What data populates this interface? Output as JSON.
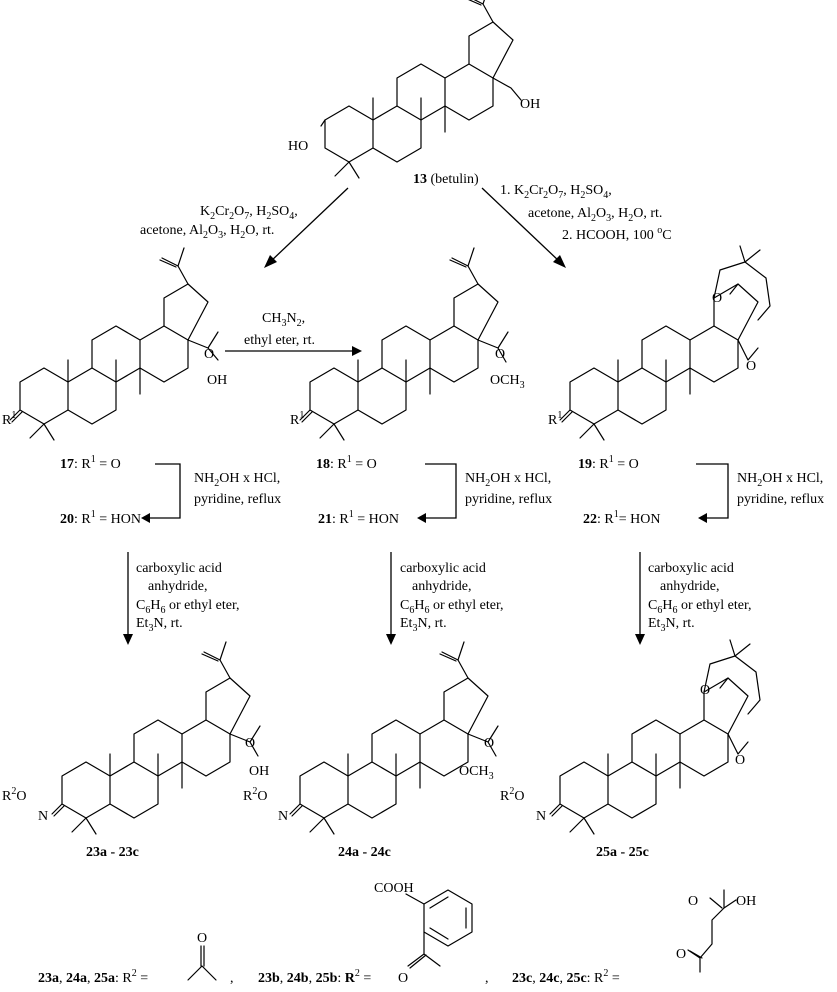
{
  "start": {
    "number": "13",
    "name": "(betulin)",
    "ho_label": "HO",
    "oh_label": "OH"
  },
  "step_left": {
    "line1_pre": "K",
    "line1_sub1": "2",
    "line1_mid": "Cr",
    "line1_sub2": "2",
    "line1_mid2": "O",
    "line1_sub3": "7",
    "line1_post": ", H",
    "line1_sub4": "2",
    "line1_post2": "SO",
    "line1_sub5": "4",
    "line1_end": ",",
    "line2_pre": "acetone, Al",
    "line2_sub1": "2",
    "line2_mid": "O",
    "line2_sub2": "3",
    "line2_post": ", H",
    "line2_sub3": "2",
    "line2_end": "O, rt."
  },
  "step_right": {
    "line1_pre": "1. K",
    "line1_sub1": "2",
    "line1_mid": "Cr",
    "line1_sub2": "2",
    "line1_mid2": "O",
    "line1_sub3": "7",
    "line1_post": ", H",
    "line1_sub4": "2",
    "line1_post2": "SO",
    "line1_sub5": "4",
    "line1_end": ",",
    "line2_pre": "acetone, Al",
    "line2_sub1": "2",
    "line2_mid": "O",
    "line2_sub2": "3",
    "line2_post": ", H",
    "line2_sub3": "2",
    "line2_end": "O, rt.",
    "line3_pre": "2. HCOOH, 100 ",
    "line3_sup": "o",
    "line3_end": "C"
  },
  "step_methyl": {
    "line1_pre": "CH",
    "line1_sub1": "3",
    "line1_mid": "N",
    "line1_sub2": "2",
    "line1_end": ",",
    "line2": "ethyl eter,  rt."
  },
  "mol17": {
    "oh": "OH",
    "o": "O",
    "r": "R",
    "rsup": "1"
  },
  "mol18": {
    "o": "O",
    "och3_pre": "OCH",
    "och3_sub": "3",
    "r": "R",
    "rsup": "1"
  },
  "mol19": {
    "o1": "O",
    "o2": "O",
    "r": "R",
    "rsup": "1"
  },
  "labels_row1": [
    {
      "num": "17",
      "text_pre": ": R",
      "sup": "1",
      "text_post": " = O"
    },
    {
      "num": "18",
      "text_pre": ": R",
      "sup": "1",
      "text_post": " = O"
    },
    {
      "num": "19",
      "text_pre": ": R",
      "sup": "1",
      "text_post": " = O"
    }
  ],
  "labels_row2": [
    {
      "num": "20",
      "text_pre": ": R",
      "sup": "1",
      "text_post": " = HON"
    },
    {
      "num": "21",
      "text_pre": ": R",
      "sup": "1",
      "text_post": " = HON"
    },
    {
      "num": "22",
      "text_pre": ": R",
      "sup": "1",
      "text_post": "= HON"
    }
  ],
  "oxime_cond": {
    "line1": "NH",
    "line1_sub": "2",
    "line1_post": "OH x HCl,",
    "line2": "pyridine, reflux"
  },
  "ester_cond": {
    "line1": "carboxylic acid",
    "line2": "anhydride,",
    "line3_pre": "C",
    "line3_sub1": "6",
    "line3_mid": "H",
    "line3_sub2": "6",
    "line3_post": " or ethyl eter,",
    "line4_pre": "Et",
    "line4_sub": "3",
    "line4_post": "N, rt."
  },
  "products": [
    {
      "range": "23a - 23c",
      "r2": "R",
      "r2sup": "2",
      "ox": "O",
      "n": "N",
      "oh": "OH",
      "o": "O"
    },
    {
      "range": "24a - 24c",
      "r2": "R",
      "r2sup": "2",
      "ox": "O",
      "n": "N",
      "o": "O",
      "och3_pre": "OCH",
      "och3_sub": "3"
    },
    {
      "range": "25a - 25c",
      "r2": "R",
      "r2sup": "2",
      "ox": "O",
      "n": "N",
      "o1": "O",
      "o2": "O"
    }
  ],
  "footnote": [
    {
      "bold": "23a",
      "rest1": ", ",
      "bold2": "24a",
      "rest2": ", ",
      "bold3": "25a",
      "tail": ": R",
      "sup": "2",
      "eq": " =",
      "o": "O"
    },
    {
      "bold": "23b",
      "rest1": ", ",
      "bold2": "24b",
      "rest2": ", ",
      "bold3": "25b",
      "tail": ": ",
      "bold4": "R",
      "sup": "2",
      "eq": " =",
      "cooh": "COOH",
      "o": "O"
    },
    {
      "bold": "23c",
      "rest1": ", ",
      "bold2": "24c",
      "rest2": ", ",
      "bold3": "25c",
      "tail": ": R",
      "sup": "2",
      "eq": " =",
      "o_top": "O",
      "oh": "OH",
      "o": "O"
    }
  ],
  "comma": ","
}
